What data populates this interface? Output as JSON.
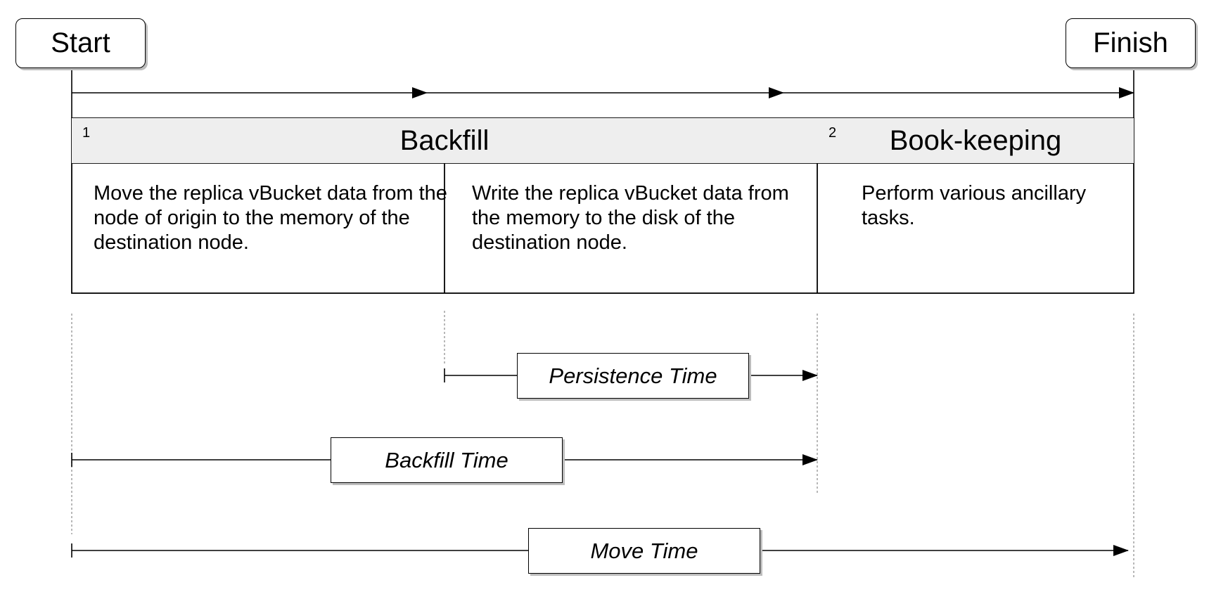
{
  "milestones": {
    "start": "Start",
    "finish": "Finish"
  },
  "phases": [
    {
      "number": "1",
      "title": "Backfill"
    },
    {
      "number": "2",
      "title": "Book-keeping"
    }
  ],
  "steps": [
    "Move the replica vBucket data from the node of origin to the memory of the destination node.",
    "Write the replica vBucket data from the memory to the disk of the destination node.",
    "Perform various ancillary tasks."
  ],
  "durations": {
    "persistence": "Persistence Time",
    "backfill": "Backfill Time",
    "move": "Move Time"
  }
}
